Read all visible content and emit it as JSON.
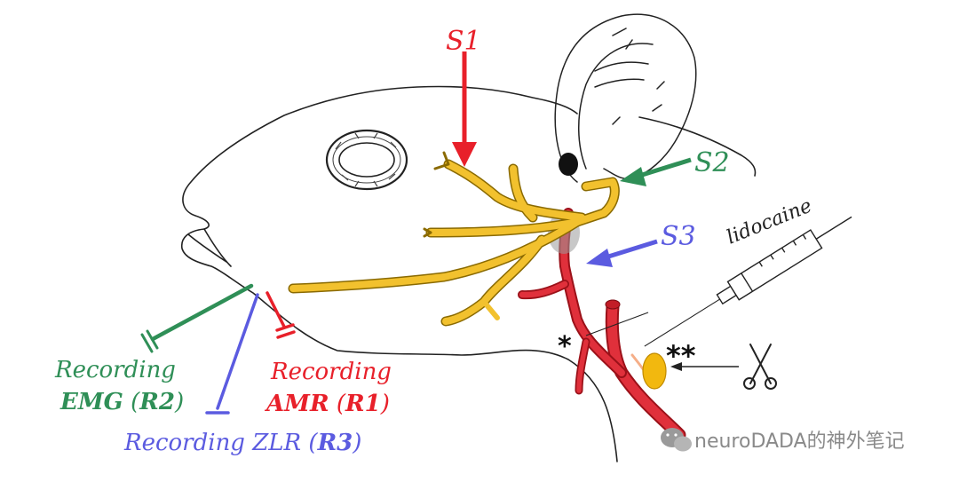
{
  "colors": {
    "red": "#e8202a",
    "green": "#2f8f57",
    "blue": "#5b5be0",
    "nerve": "#f2c12e",
    "vessel": "#e0303b",
    "ink": "#222222"
  },
  "stimulation": {
    "s1": "S1",
    "s2": "S2",
    "s3": "S3"
  },
  "recordings": {
    "emg_line1": "Recording",
    "emg_bold": "EMG",
    "emg_paren": "R2",
    "amr_line1": "Recording",
    "amr_bold": "AMR",
    "amr_paren": "R1",
    "zlr_prefix": "Recording ZLR",
    "zlr_paren": "R3"
  },
  "annotations": {
    "lidocaine": "lidocaine",
    "single_star": "*",
    "double_star": "**"
  },
  "icons": {
    "scissors": "scissors-icon",
    "syringe": "syringe-icon",
    "wechat": "wechat-icon"
  },
  "watermark": {
    "text": "neuroDADA的神外笔记"
  }
}
